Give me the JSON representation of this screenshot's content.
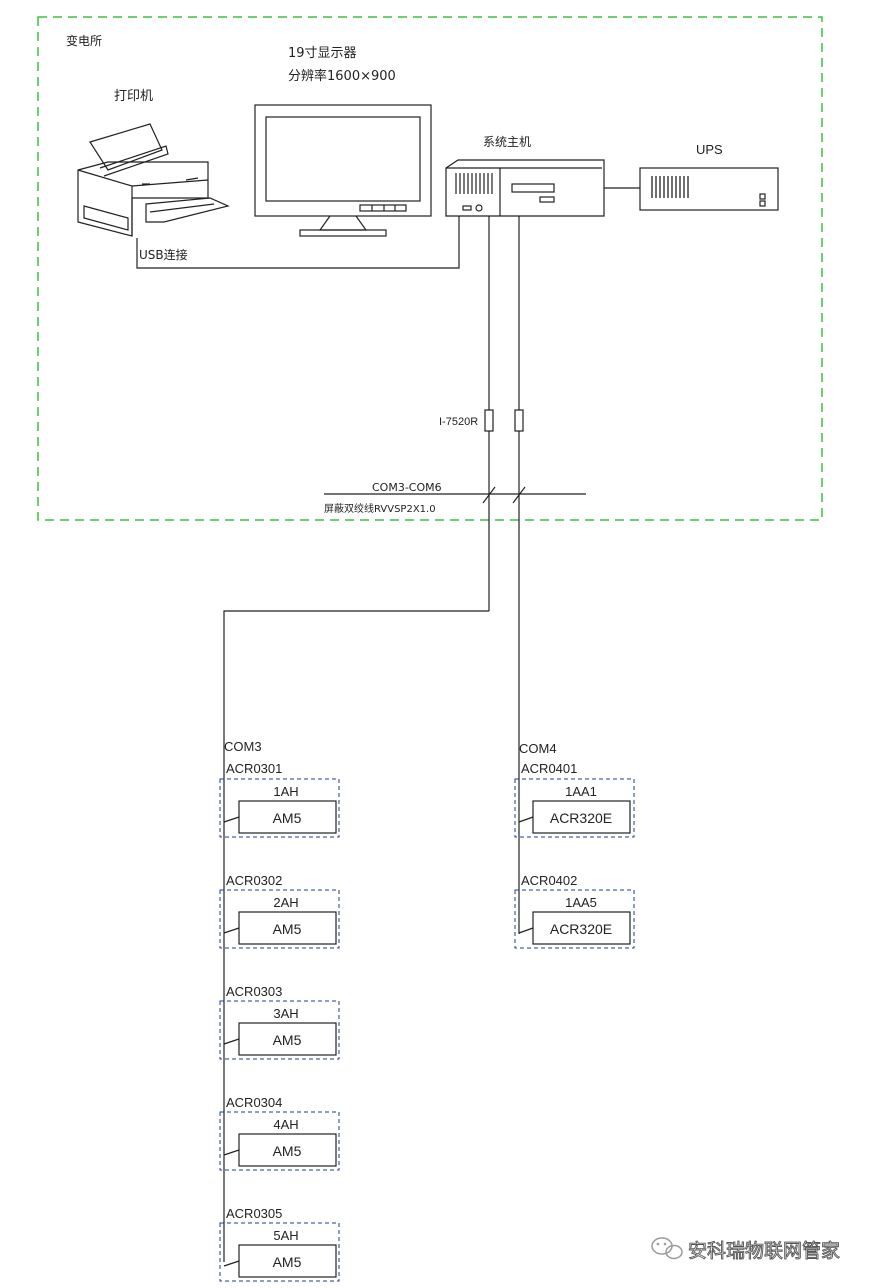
{
  "substation": {
    "label": "变电所"
  },
  "monitor": {
    "label_line1": "19寸显示器",
    "label_line2": "分辨率1600×900"
  },
  "printer": {
    "label": "打印机",
    "connection": "USB连接"
  },
  "host": {
    "label": "系统主机"
  },
  "ups": {
    "label": "UPS"
  },
  "converter": {
    "label": "I-7520R"
  },
  "bus": {
    "ports": "COM3-COM6",
    "cable": "屏蔽双绞线RVVSP2X1.0"
  },
  "com3": {
    "label": "COM3",
    "devices": [
      {
        "addr": "ACR0301",
        "cabinet": "1AH",
        "model": "AM5"
      },
      {
        "addr": "ACR0302",
        "cabinet": "2AH",
        "model": "AM5"
      },
      {
        "addr": "ACR0303",
        "cabinet": "3AH",
        "model": "AM5"
      },
      {
        "addr": "ACR0304",
        "cabinet": "4AH",
        "model": "AM5"
      },
      {
        "addr": "ACR0305",
        "cabinet": "5AH",
        "model": "AM5"
      }
    ]
  },
  "com4": {
    "label": "COM4",
    "devices": [
      {
        "addr": "ACR0401",
        "cabinet": "1AA1",
        "model": "ACR320E"
      },
      {
        "addr": "ACR0402",
        "cabinet": "1AA5",
        "model": "ACR320E"
      }
    ]
  },
  "watermark": {
    "text": "安科瑞物联网管家"
  }
}
